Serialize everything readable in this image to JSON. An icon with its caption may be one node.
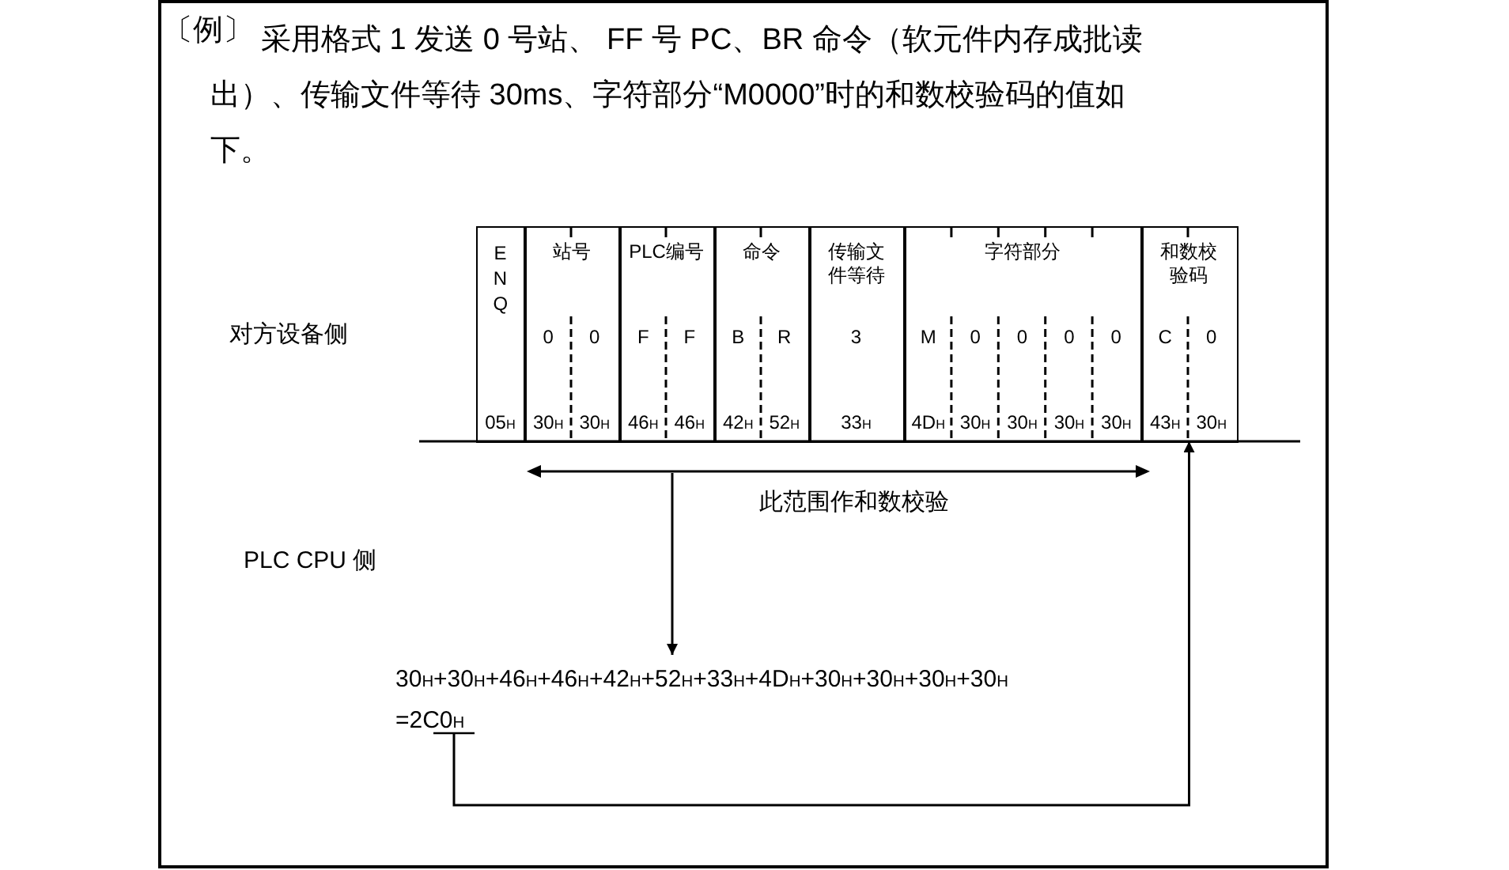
{
  "diagram": {
    "nodes": [
      {
        "text": [
          "ENQ",
          "05$_{H}$"
        ]
      },
      {
        "text": [
          "站号",
          "0",
          "0",
          "30$_{H}$",
          "30$_{H}$"
        ]
      },
      {
        "text": [
          "PLC编号",
          "F",
          "F",
          "46$_{H}$",
          "46$_{H}$"
        ]
      },
      {
        "text": [
          "命令",
          "B",
          "R",
          "42$_{H}$",
          "52$_{H}$"
        ]
      },
      {
        "text": [
          "传输文件等待",
          "3",
          "33$_{H}$"
        ]
      },
      {
        "text": [
          "字符部分",
          "M",
          "0",
          "0",
          "0",
          "0",
          "4D$_{H}$",
          "30$_{H}$",
          "30$_{H}$",
          "30$_{H}$",
          "30$_{H}$"
        ]
      },
      {
        "text": [
          "和数校验码",
          "C",
          "0",
          "43$_{H}$",
          "30$_{H}$"
        ]
      },
      {
        "text": [
          "30$_{H}$+30$_{H}$+46$_{H}$+46$_{H}$+42$_{H}$+52$_{H}$+33$_{H}$+4D$_{H}$+30$_{H}$+30$_{H}$+30$_{H}$+30$_{H}$",
          "=2C0$_{H}$"
        ]
      },
      {
        "text": [],
        "shape": "bar",
        "beside": [
          "此范围作和数校验"
        ]
      }
    ],
    "edges": [
      {
        "from": 8,
        "to": 7,
        "arrow": "to"
      },
      {
        "from": 7,
        "to": 6,
        "arrow": "to"
      }
    ],
    "labels": [
      "〔例〕",
      "采用格式 1 发送 0 号站、 FF 号 PC、BR 命令（软元件内存成批读出）、传输文件等待 30ms、字符部分“M0000”时的和数校验码的值如下。",
      "对方设备侧",
      "PLC CPU 侧"
    ]
  }
}
